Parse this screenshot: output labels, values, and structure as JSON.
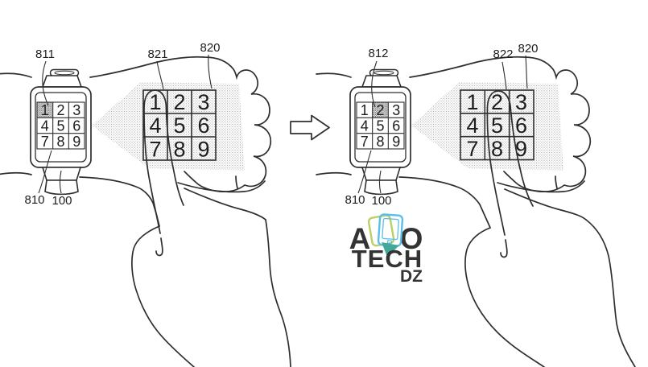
{
  "panels": [
    {
      "side": "left",
      "ref_labels": {
        "highlighted_key": "811",
        "keypad_screen": "810",
        "device": "100",
        "touch_point": "821",
        "projected_keypad": "820"
      },
      "watch_keys": [
        "1",
        "2",
        "3",
        "4",
        "5",
        "6",
        "7",
        "8",
        "9"
      ],
      "projected_keys": [
        "1",
        "2",
        "3",
        "4",
        "5",
        "6",
        "7",
        "8",
        "9"
      ],
      "highlighted_key": "1"
    },
    {
      "side": "right",
      "ref_labels": {
        "highlighted_key": "812",
        "keypad_screen": "810",
        "device": "100",
        "touch_point": "822",
        "projected_keypad": "820"
      },
      "watch_keys": [
        "1",
        "2",
        "3",
        "4",
        "5",
        "6",
        "7",
        "8",
        "9"
      ],
      "projected_keys": [
        "1",
        "2",
        "3",
        "4",
        "5",
        "6",
        "7",
        "8",
        "9"
      ],
      "highlighted_key": "2"
    }
  ],
  "watermark": {
    "text_start": "A",
    "text_end": "O",
    "text_line2": "TECH",
    "text_line3": "DZ",
    "colors": {
      "letters_gray": "#9c9c9c",
      "tech_green": "#ccd97d",
      "dz_blue": "#a9daf0",
      "device_blue": "#49b8e8",
      "device_green": "#b4ca55",
      "bubble_teal": "#2f9e8f"
    }
  },
  "colors": {
    "line": "#2e2e2e",
    "stipple": "#9f9f9f",
    "highlight_dots": "#444444",
    "background": "#ffffff"
  }
}
